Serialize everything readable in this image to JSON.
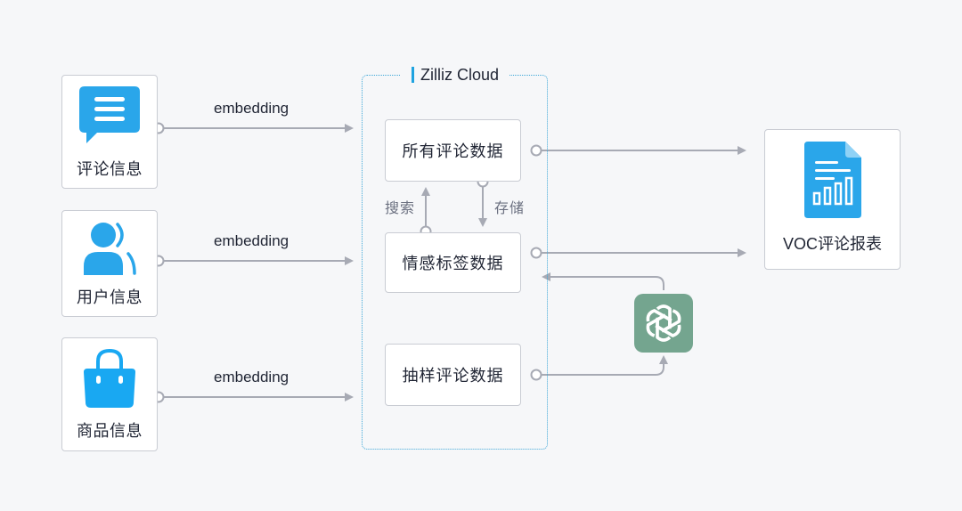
{
  "sources": [
    {
      "label": "评论信息",
      "icon": "chat-bubble-icon"
    },
    {
      "label": "用户信息",
      "icon": "user-icon"
    },
    {
      "label": "商品信息",
      "icon": "shopping-bag-icon"
    }
  ],
  "edge_labels": {
    "embedding_1": "embedding",
    "embedding_2": "embedding",
    "embedding_3": "embedding",
    "search": "搜索",
    "store": "存储"
  },
  "cloud": {
    "title": "Zilliz Cloud",
    "boxes": [
      {
        "label": "所有评论数据"
      },
      {
        "label": "情感标签数据"
      },
      {
        "label": "抽样评论数据"
      }
    ]
  },
  "report": {
    "label": "VOC评论报表",
    "icon": "report-document-icon"
  },
  "llm": {
    "icon": "openai-logo-icon"
  },
  "colors": {
    "accent": "#1fa3e0",
    "icon_blue": "#2aa6ea",
    "arrow": "#a7aab4",
    "llm_green": "#74a58f",
    "frame": "#3ea7d8"
  }
}
